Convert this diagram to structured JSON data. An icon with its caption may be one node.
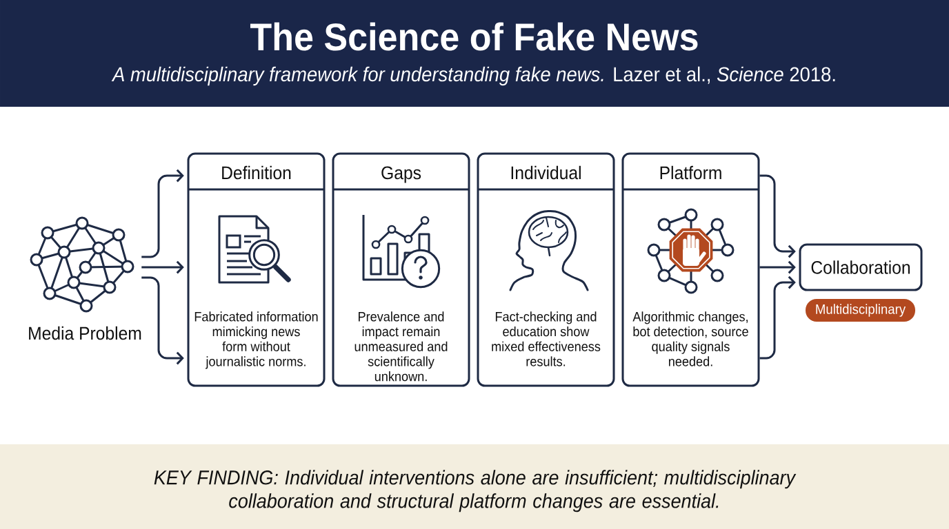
{
  "diagram": {
    "title": "The Science of Fake News",
    "nodes": [
      {
        "text": [],
        "shape": "picture",
        "beside": [
          "Media Problem"
        ]
      },
      {
        "text": [
          "Definition",
          "Fabricated information mimicking news form without journalistic norms."
        ]
      },
      {
        "text": [
          "Gaps",
          "Prevalence and impact remain unmeasured and scientifically unknown."
        ]
      },
      {
        "text": [
          "Individual",
          "Fact-checking and education show mixed effectiveness results."
        ]
      },
      {
        "text": [
          "Platform",
          "Algorithmic changes, bot detection, source quality signals needed."
        ]
      },
      {
        "text": [
          "Collaboration"
        ]
      },
      {
        "text": [
          "Multidisciplinary"
        ]
      },
      {
        "text": [
          "KEY FINDING: Individual interventions alone are insufficient; multidisciplinary collaboration and structural platform changes are essential."
        ]
      }
    ],
    "edges": [
      {
        "from": 0,
        "to": 1,
        "arrow": "to"
      },
      {
        "from": 0,
        "to": 1,
        "arrow": "to"
      },
      {
        "from": 0,
        "to": 1,
        "arrow": "to"
      },
      {
        "from": 4,
        "to": 5,
        "arrow": "to"
      },
      {
        "from": 4,
        "to": 5,
        "arrow": "to"
      },
      {
        "from": 4,
        "to": 5,
        "arrow": "to"
      }
    ],
    "labels": [
      "*A multidisciplinary framework for understanding fake news.* Lazer et al., *Science* 2018."
    ]
  }
}
